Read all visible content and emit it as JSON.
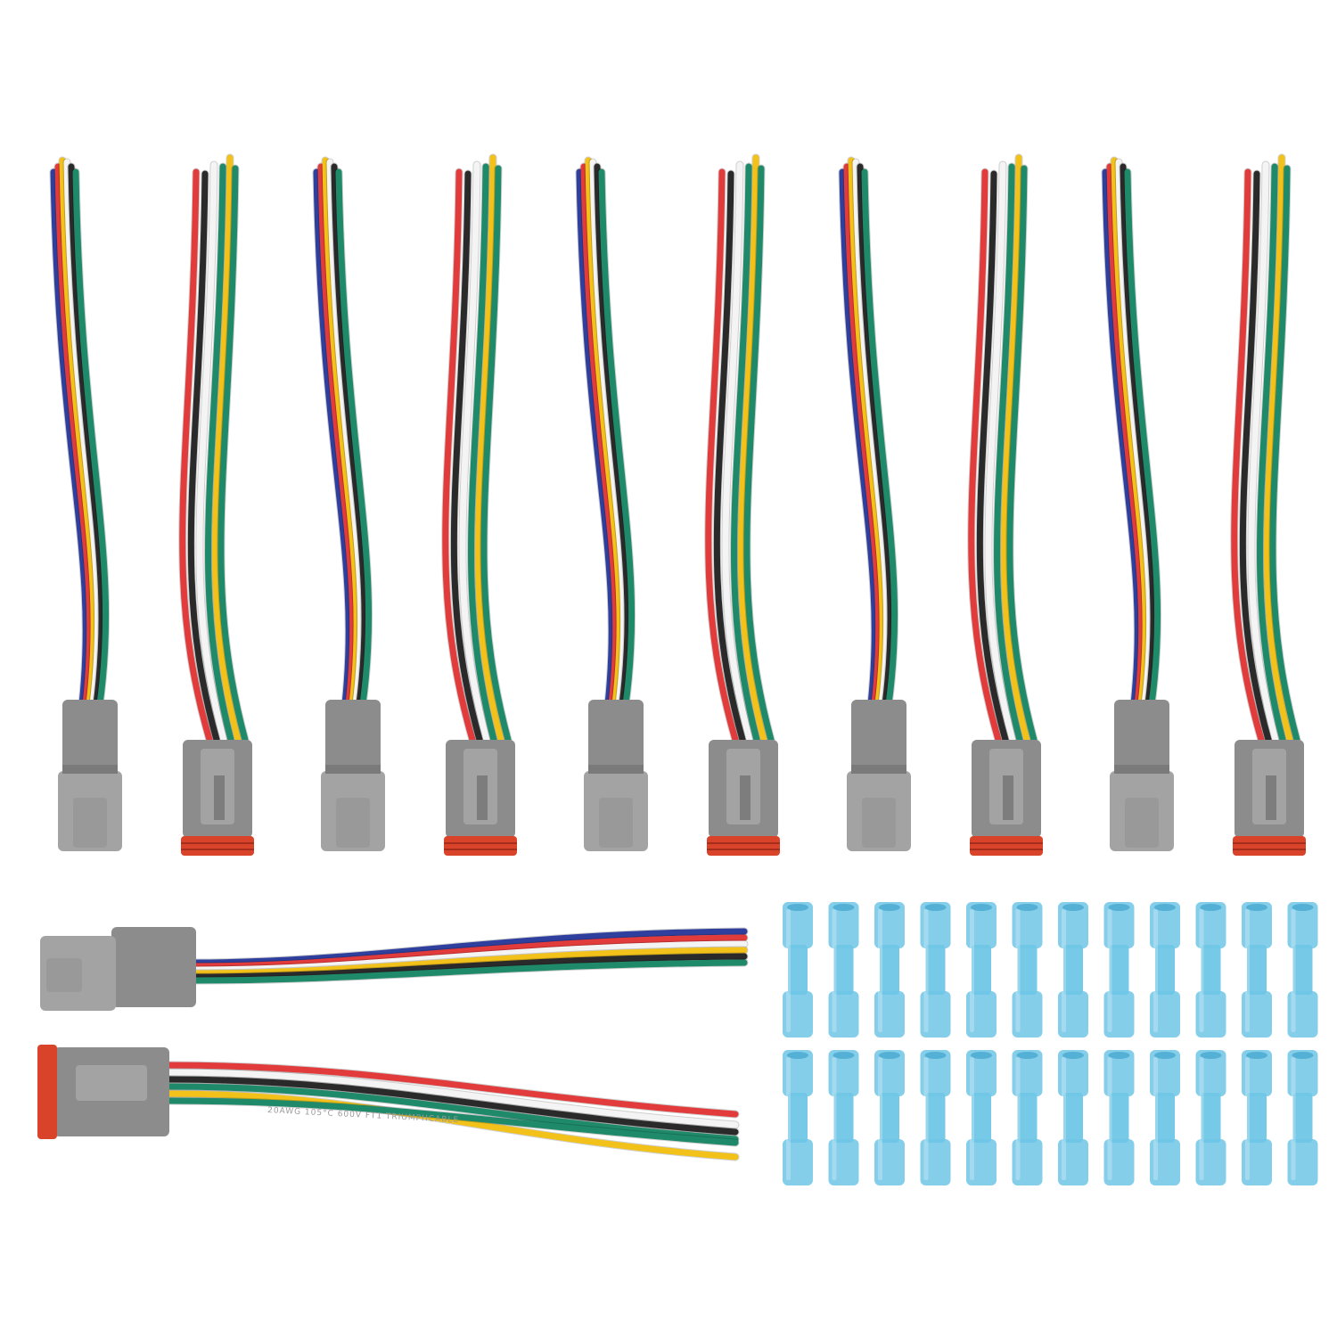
{
  "colors": {
    "background": "#ffffff",
    "wire_red": "#e23b3b",
    "wire_blue": "#2f3f9e",
    "wire_white": "#f4f4f4",
    "wire_black": "#2a2a2a",
    "wire_green": "#1e8a6a",
    "wire_yellow": "#f2c21b",
    "housing_grey": "#8c8c8c",
    "housing_grey_light": "#a3a3a3",
    "seal_orange": "#d8432a",
    "butt_connector_blue": "#6fc6e6"
  },
  "wire_print": {
    "text": "20AWG 105°C 600V FT1 TRIUMPHCABLE"
  },
  "vertical_pairs": [
    {
      "name": "pair-1"
    },
    {
      "name": "pair-2"
    },
    {
      "name": "pair-3"
    },
    {
      "name": "pair-4"
    },
    {
      "name": "pair-5"
    }
  ],
  "loose_pairs": [
    {
      "name": "male-connector-horizontal"
    },
    {
      "name": "female-connector-horizontal"
    }
  ],
  "butt_connectors": {
    "count": 24
  }
}
